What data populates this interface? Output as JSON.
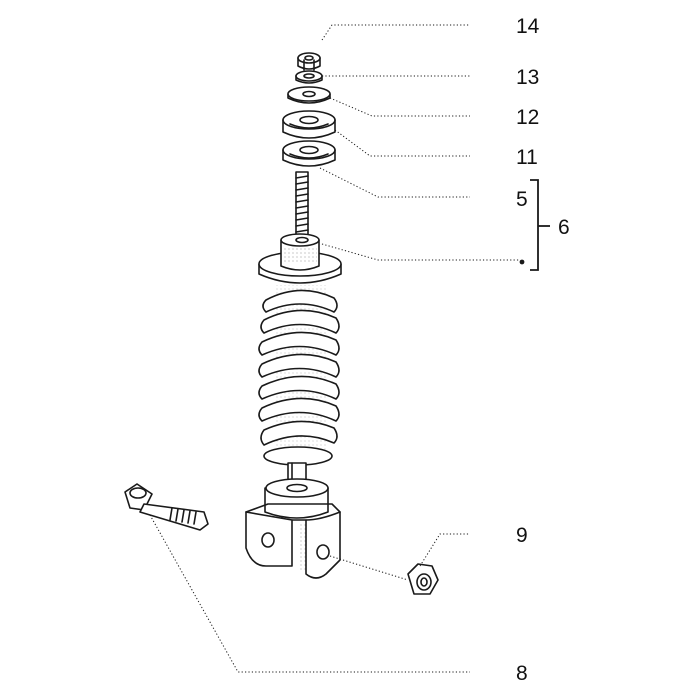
{
  "callouts": {
    "c14": "14",
    "c13": "13",
    "c12": "12",
    "c11": "11",
    "c5": "5",
    "c6": "6",
    "c9": "9",
    "c8": "8"
  },
  "colors": {
    "ink": "#1a1a1a",
    "background": "#ffffff"
  }
}
